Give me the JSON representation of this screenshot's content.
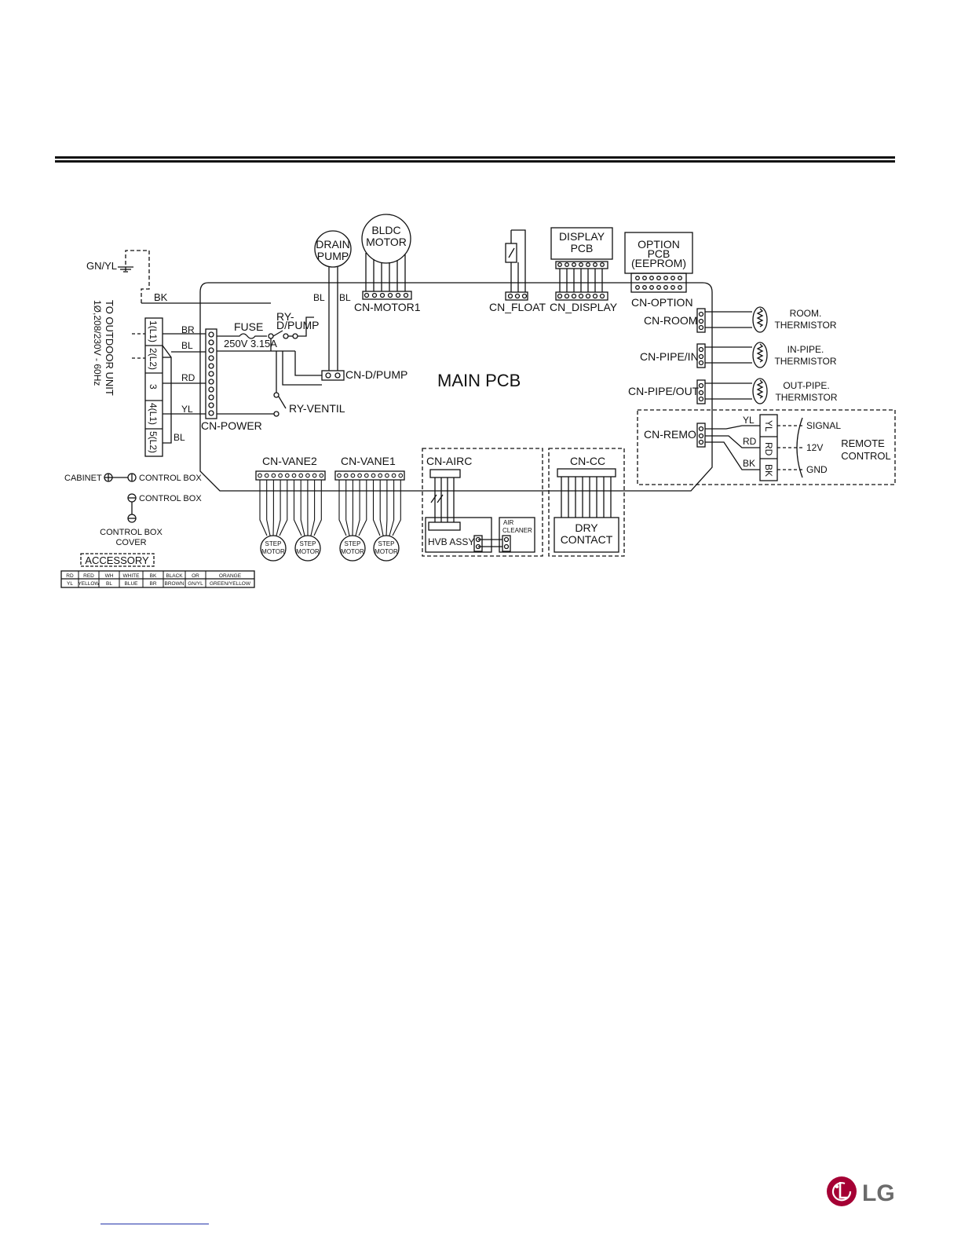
{
  "logo": {
    "text": "LG",
    "color": "#a50034"
  },
  "diagram": {
    "main_pcb": "MAIN PCB",
    "drain_pump": [
      "DRAIN",
      "PUMP"
    ],
    "bldc_motor": [
      "BLDC",
      "MOTOR"
    ],
    "display_pcb": [
      "DISPLAY",
      "PCB"
    ],
    "option_pcb": [
      "OPTION",
      "PCB",
      "(EEPROM)"
    ],
    "cn_motor1": "CN-MOTOR1",
    "cn_float": "CN_FLOAT",
    "cn_display": "CN_DISPLAY",
    "cn_option": "CN-OPTION",
    "cn_room": "CN-ROOM",
    "cn_pipe_in": "CN-PIPE/IN",
    "cn_pipe_out": "CN-PIPE/OUT",
    "cn_remo": "CN-REMO",
    "cn_dpump": "CN-D/PUMP",
    "cn_power": "CN-POWER",
    "ry_dpump": [
      "RY-",
      "D/PUMP"
    ],
    "ry_ventil": "RY-VENTIL",
    "fuse": [
      "FUSE",
      "250V 3.15A"
    ],
    "gn_yl": "GN/YL",
    "outdoor_unit": [
      "TO OUTDOOR UNIT",
      "1Ø,208/230V - 60Hz"
    ],
    "terminals": [
      "1(L1)",
      "2(L2)",
      "3",
      "4(L1)",
      "5(L2)"
    ],
    "wire_labels": {
      "bk": "BK",
      "br": "BR",
      "bl": "BL",
      "rd": "RD",
      "yl": "YL"
    },
    "thermistors": {
      "room": [
        "ROOM.",
        "THERMISTOR"
      ],
      "pipe_in": [
        "IN-PIPE.",
        "THERMISTOR"
      ],
      "pipe_out": [
        "OUT-PIPE.",
        "THERMISTOR"
      ]
    },
    "remote": {
      "label": [
        "REMOTE",
        "CONTROL"
      ],
      "signals": [
        "SIGNAL",
        "12V",
        "GND"
      ],
      "pins": [
        "YL",
        "RD",
        "BK"
      ],
      "wires": [
        "YL",
        "RD",
        "BK"
      ]
    },
    "cn_vane2": "CN-VANE2",
    "cn_vane1": "CN-VANE1",
    "step_motor": [
      "STEP",
      "MOTOR"
    ],
    "cn_airc": "CN-AIRC",
    "hvb_assy": "HVB ASSY",
    "air_cleaner": [
      "AIR",
      "CLEANER"
    ],
    "cn_cc": "CN-CC",
    "dry_contact": [
      "DRY",
      "CONTACT"
    ],
    "cabinet": "CABINET",
    "control_box": "CONTROL BOX",
    "control_box_cover": [
      "CONTROL BOX",
      "COVER"
    ],
    "accessory": "ACCESSORY",
    "legend": {
      "row1": [
        "RD",
        "RED",
        "WH",
        "WHITE",
        "BK",
        "BLACK",
        "OR",
        "ORANGE"
      ],
      "row2": [
        "YL",
        "YELLOW",
        "BL",
        "BLUE",
        "BR",
        "BROWN",
        "GN/YL",
        "GREEN/YELLOW"
      ]
    }
  }
}
